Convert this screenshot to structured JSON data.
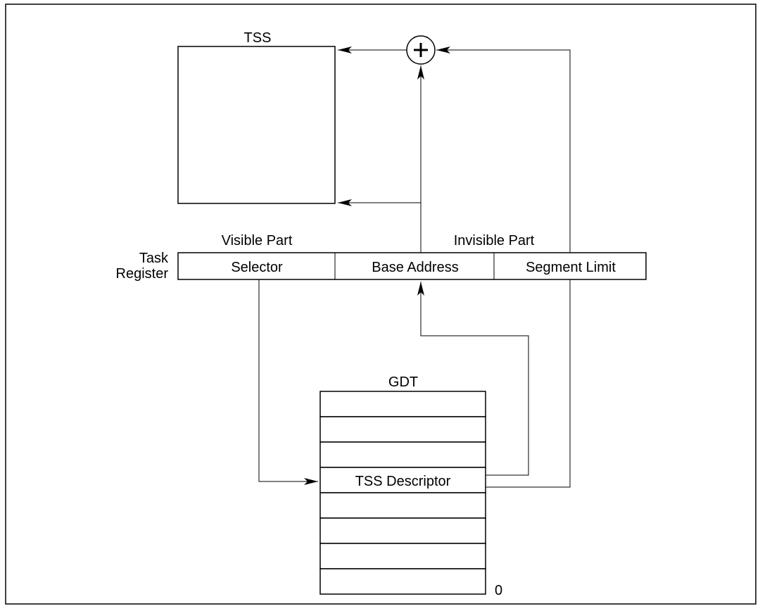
{
  "labels": {
    "tss": "TSS",
    "visible_part": "Visible Part",
    "invisible_part": "Invisible Part",
    "task": "Task",
    "register": "Register",
    "gdt": "GDT",
    "zero": "0"
  },
  "register_fields": {
    "selector": "Selector",
    "base_address": "Base Address",
    "segment_limit": "Segment Limit"
  },
  "gdt_rows": [
    "",
    "",
    "",
    "TSS Descriptor",
    "",
    "",
    "",
    ""
  ],
  "adder_symbol": "+",
  "colors": {
    "line": "#000000",
    "background": "#ffffff"
  }
}
